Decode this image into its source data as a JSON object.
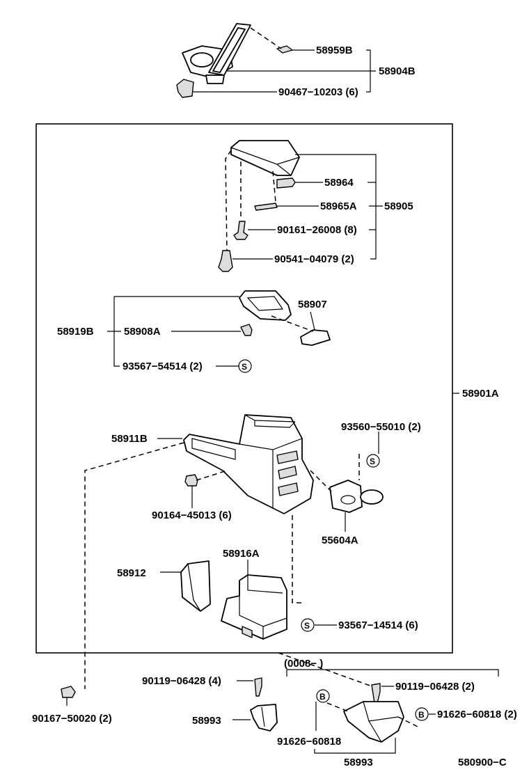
{
  "labels": {
    "p58959B": "58959B",
    "p58904B": "58904B",
    "p90467": "90467−10203 (6)",
    "p58964": "58964",
    "p58965A": "58965A",
    "p58905": "58905",
    "p90161": "90161−26008 (8)",
    "p90541": "90541−04079 (2)",
    "p58907": "58907",
    "p58919B": "58919B",
    "p58908A": "58908A",
    "p93567_54514": "93567−54514 (2)",
    "p58901A": "58901A",
    "p93560": "93560−55010 (2)",
    "p58911B": "58911B",
    "p90164": "90164−45013 (6)",
    "p55604A": "55604A",
    "p58912": "58912",
    "p58916A": "58916A",
    "p93567_14514": "93567−14514 (6)",
    "p0008": "(0008−          )",
    "p90119_left": "90119−06428 (4)",
    "p90119_right": "90119−06428 (2)",
    "p90167": "90167−50020 (2)",
    "p58993_left": "58993",
    "p91626_right": "91626−60818 (2)",
    "p91626_bottom": "91626−60818",
    "p58993_bottom": "58993",
    "code": "580900−C"
  },
  "symbols": {
    "s": "S",
    "b": "B"
  }
}
